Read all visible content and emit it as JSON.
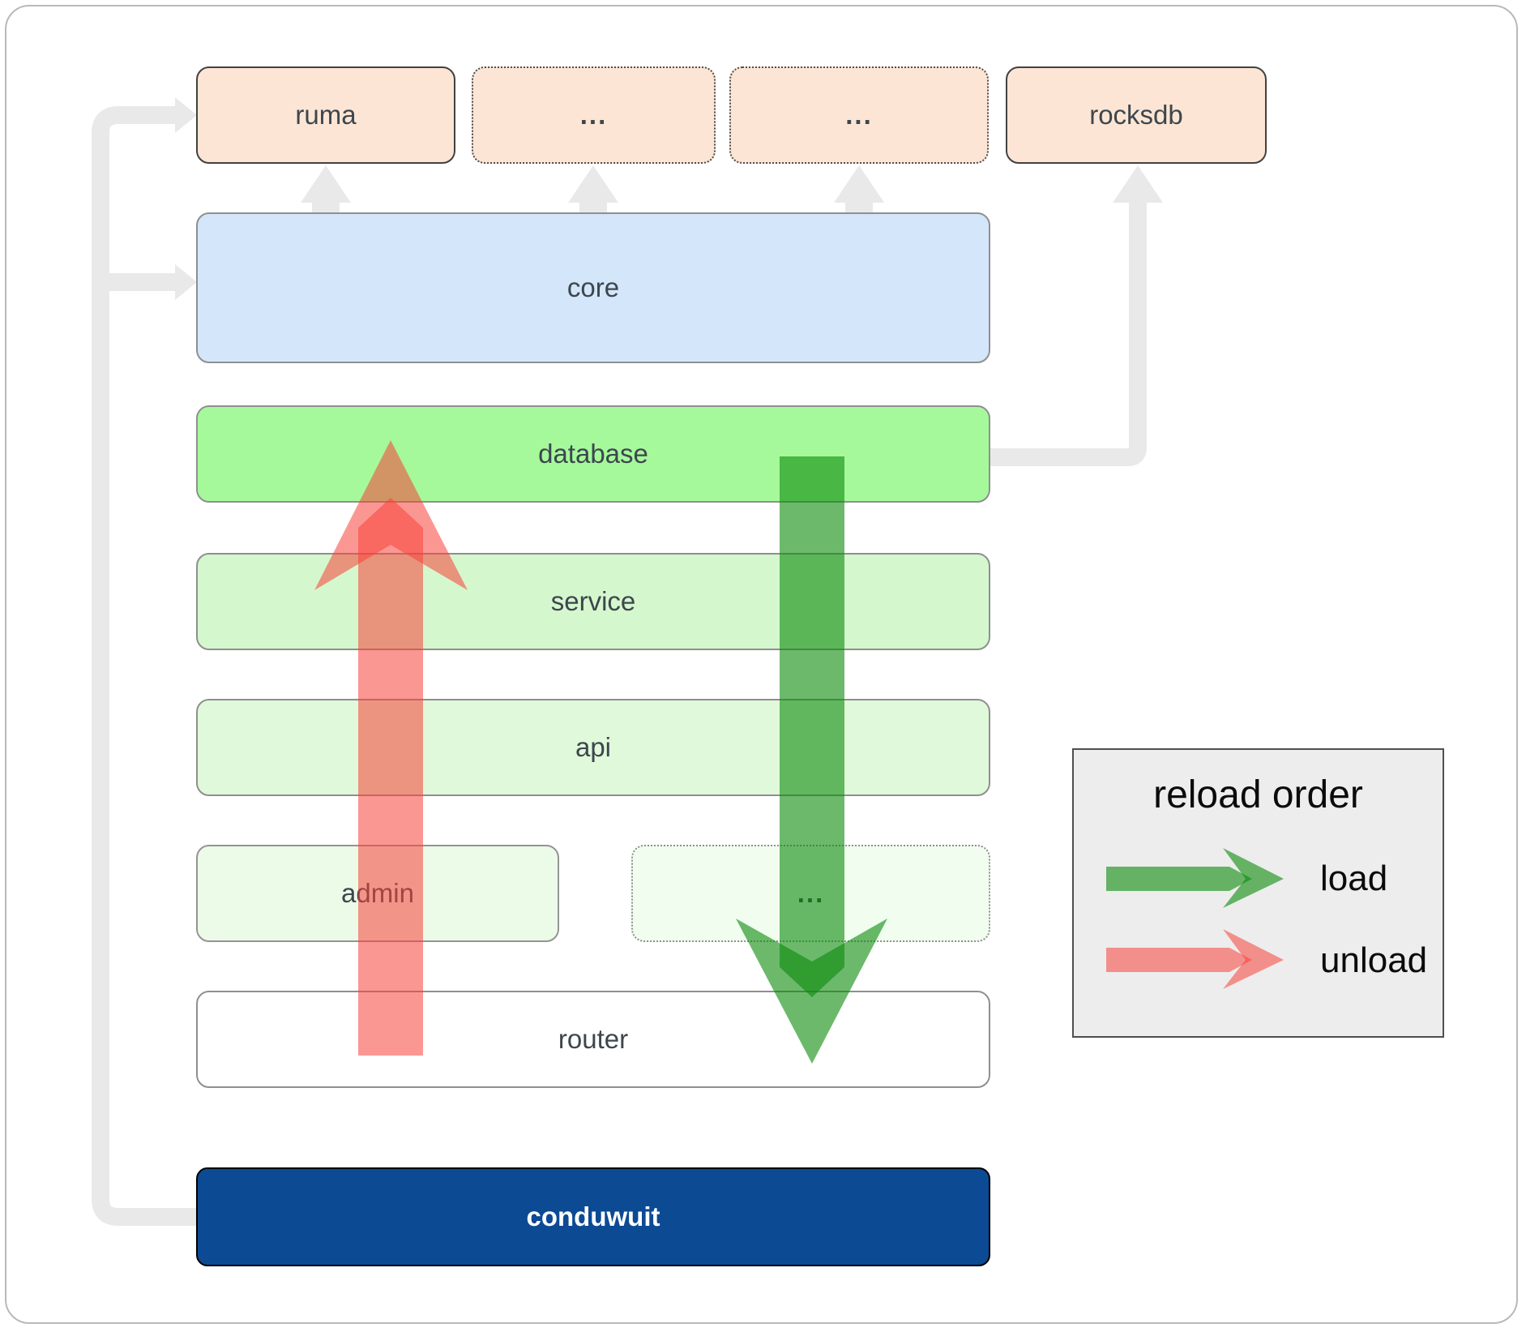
{
  "nodes": {
    "ruma": "ruma",
    "ellipsis1": "...",
    "ellipsis2": "...",
    "rocksdb": "rocksdb",
    "core": "core",
    "database": "database",
    "service": "service",
    "api": "api",
    "admin": "admin",
    "ellipsis3": "...",
    "router": "router",
    "conduwuit": "conduwuit"
  },
  "legend": {
    "title": "reload order",
    "load_label": "load",
    "unload_label": "unload"
  },
  "colors": {
    "peach": "#fce5d4",
    "core_blue": "#d4e6f9",
    "database_green": "#a5f99b",
    "service_green": "#d5f7ce",
    "api_green": "#e0f9da",
    "admin_green": "#ebfbe8",
    "ellipsis_green": "#f1fdef",
    "conduwuit_blue": "#0c4a94",
    "connector_gray": "#e9e9e9",
    "load_arrow": "#0a8a0a",
    "unload_arrow": "#f84139",
    "legend_bg": "#ededed"
  }
}
